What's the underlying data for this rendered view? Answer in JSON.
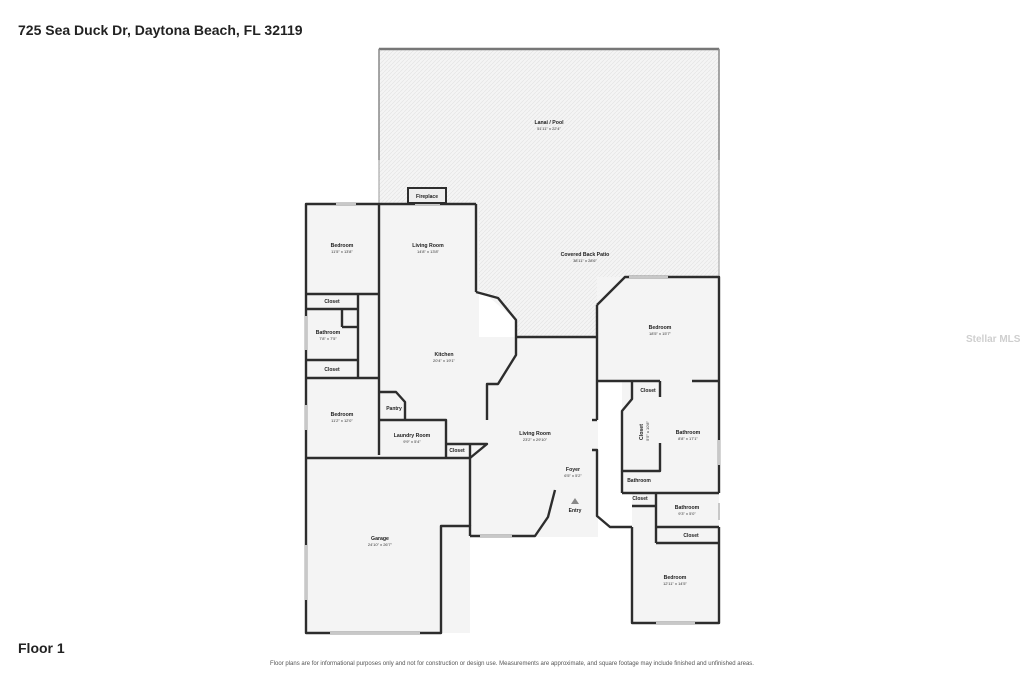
{
  "header": {
    "address": "725 Sea Duck Dr, Daytona Beach, FL 32119"
  },
  "footer": {
    "floor_label": "Floor 1",
    "disclaimer": "Floor plans are for informational purposes only and not for construction or design use. Measurements are approximate, and square footage may include finished and unfinished areas."
  },
  "watermark": "Stellar MLS",
  "rooms": {
    "lanai": {
      "name": "Lanai / Pool",
      "dim": "51'11\" x 22'4\""
    },
    "fireplace": {
      "name": "Fireplace"
    },
    "living_room_1": {
      "name": "Living Room",
      "dim": "14'8\" x 13'8\""
    },
    "covered_patio": {
      "name": "Covered Back Patio",
      "dim": "38'11\" x 28'6\""
    },
    "bedroom_nw": {
      "name": "Bedroom",
      "dim": "11'5\" x 13'8\""
    },
    "closet_w1": {
      "name": "Closet"
    },
    "bathroom_w": {
      "name": "Bathroom",
      "dim": "7'8\" x 7'5\""
    },
    "closet_w2": {
      "name": "Closet"
    },
    "kitchen": {
      "name": "Kitchen",
      "dim": "20'4\" x 19'1\""
    },
    "bedroom_w": {
      "name": "Bedroom",
      "dim": "11'2\" x 12'0\""
    },
    "pantry": {
      "name": "Pantry"
    },
    "laundry": {
      "name": "Laundry Room",
      "dim": "9'9\" x 5'4\""
    },
    "closet_laundry": {
      "name": "Closet"
    },
    "living_room_2": {
      "name": "Living Room",
      "dim": "23'2\" x 29'10\""
    },
    "foyer": {
      "name": "Foyer",
      "dim": "6'5\" x 5'2\""
    },
    "entry": {
      "name": "Entry"
    },
    "garage": {
      "name": "Garage",
      "dim": "24'10\" x 26'7\""
    },
    "bedroom_ne": {
      "name": "Bedroom",
      "dim": "18'5\" x 15'7\""
    },
    "closet_e1": {
      "name": "Closet"
    },
    "closet_e2": {
      "name": "Closet",
      "dim": "5'5\" x 10'8\""
    },
    "bathroom_e1": {
      "name": "Bathroom",
      "dim": "8'8\" x 17'1\""
    },
    "bathroom_e2": {
      "name": "Bathroom"
    },
    "closet_e3": {
      "name": "Closet"
    },
    "bathroom_e3": {
      "name": "Bathroom",
      "dim": "9'3\" x 5'0\""
    },
    "closet_e4": {
      "name": "Closet"
    },
    "bedroom_se": {
      "name": "Bedroom",
      "dim": "12'11\" x 14'5\""
    }
  }
}
